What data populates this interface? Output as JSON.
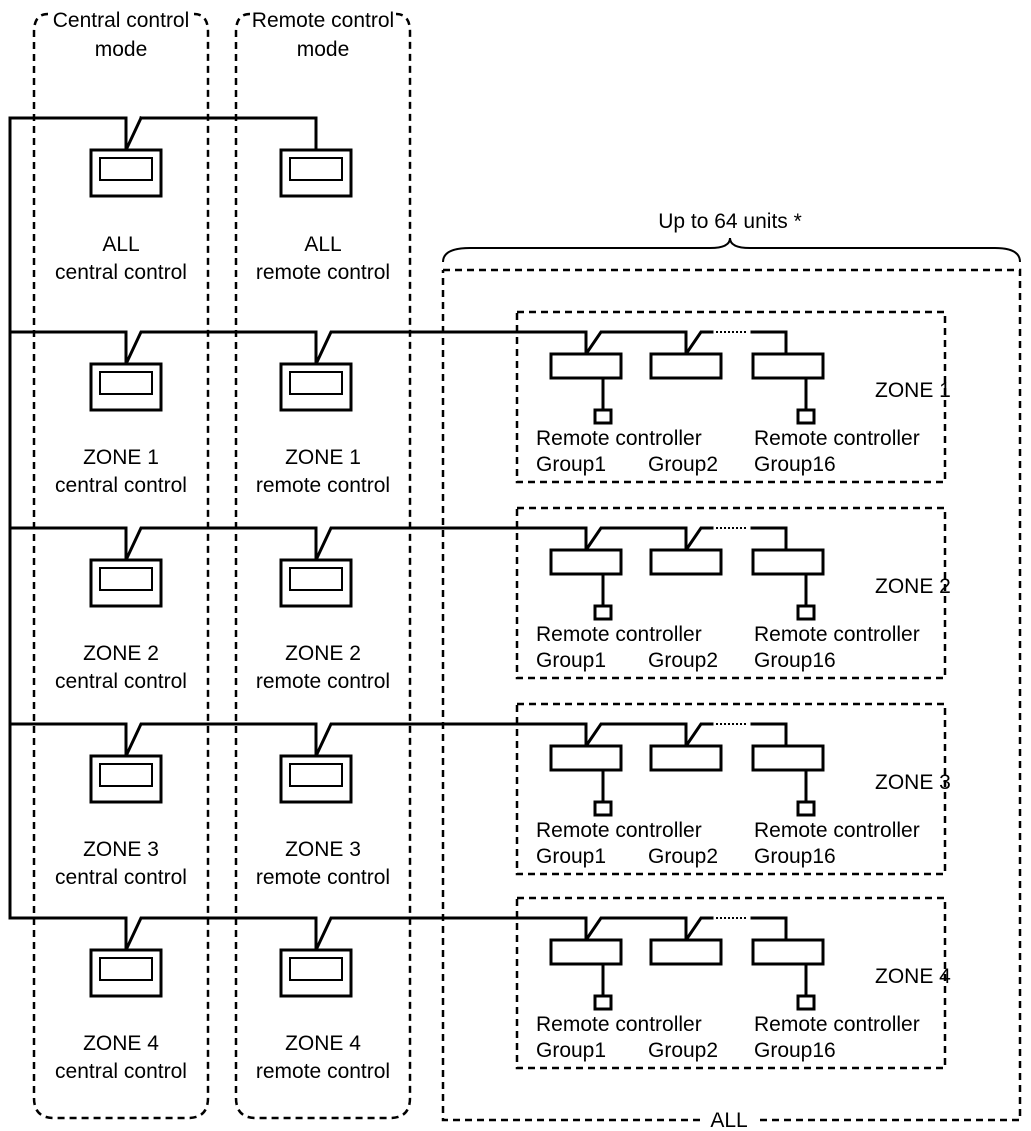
{
  "columns": {
    "central": {
      "title_line1": "Central control",
      "title_line2": "mode"
    },
    "remote": {
      "title_line1": "Remote control",
      "title_line2": "mode"
    }
  },
  "all_row": {
    "central": {
      "line1": "ALL",
      "line2": "central control"
    },
    "remote": {
      "line1": "ALL",
      "line2": "remote control"
    }
  },
  "zones": [
    {
      "zone_label": "ZONE 1",
      "central": {
        "line1": "ZONE 1",
        "line2": "central control"
      },
      "remote": {
        "line1": "ZONE 1",
        "line2": "remote control"
      },
      "group_left": {
        "line1": "Remote controller",
        "line2": "Group1"
      },
      "group_mid": {
        "line2": "Group2"
      },
      "group_right": {
        "line1": "Remote controller",
        "line2": "Group16"
      }
    },
    {
      "zone_label": "ZONE 2",
      "central": {
        "line1": "ZONE 2",
        "line2": "central control"
      },
      "remote": {
        "line1": "ZONE 2",
        "line2": "remote control"
      },
      "group_left": {
        "line1": "Remote controller",
        "line2": "Group1"
      },
      "group_mid": {
        "line2": "Group2"
      },
      "group_right": {
        "line1": "Remote controller",
        "line2": "Group16"
      }
    },
    {
      "zone_label": "ZONE 3",
      "central": {
        "line1": "ZONE 3",
        "line2": "central control"
      },
      "remote": {
        "line1": "ZONE 3",
        "line2": "remote control"
      },
      "group_left": {
        "line1": "Remote controller",
        "line2": "Group1"
      },
      "group_mid": {
        "line2": "Group2"
      },
      "group_right": {
        "line1": "Remote controller",
        "line2": "Group16"
      }
    },
    {
      "zone_label": "ZONE 4",
      "central": {
        "line1": "ZONE 4",
        "line2": "central control"
      },
      "remote": {
        "line1": "ZONE 4",
        "line2": "remote control"
      },
      "group_left": {
        "line1": "Remote controller",
        "line2": "Group1"
      },
      "group_mid": {
        "line2": "Group2"
      },
      "group_right": {
        "line1": "Remote controller",
        "line2": "Group16"
      }
    }
  ],
  "units_note": "Up to 64 units *",
  "all_label": "ALL"
}
